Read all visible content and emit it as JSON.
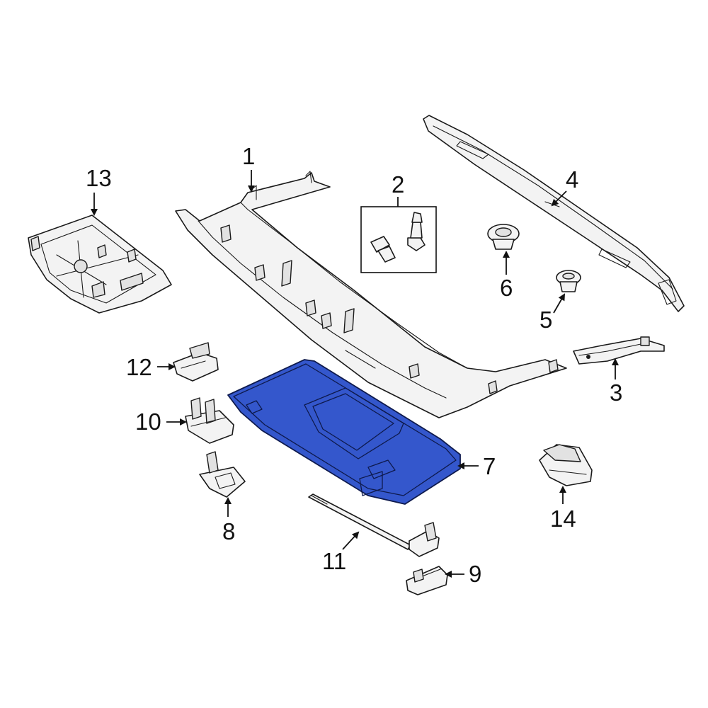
{
  "diagram": {
    "highlight_color": "#3457cc",
    "line_color": "#1a1a1a",
    "part_fill": "#f3f3f3",
    "callouts": [
      {
        "id": "1",
        "label": "1",
        "part": "windshield-header-trim-panel"
      },
      {
        "id": "2",
        "label": "2",
        "part": "fastener-kit"
      },
      {
        "id": "3",
        "label": "3",
        "part": "side-bracket"
      },
      {
        "id": "4",
        "label": "4",
        "part": "roof-rail-trim-strip"
      },
      {
        "id": "5",
        "label": "5",
        "part": "push-nut"
      },
      {
        "id": "6",
        "label": "6",
        "part": "trim-clip"
      },
      {
        "id": "7",
        "label": "7",
        "part": "sun-visor"
      },
      {
        "id": "8",
        "label": "8",
        "part": "visor-clip-cover"
      },
      {
        "id": "9",
        "label": "9",
        "part": "visor-rod-cover"
      },
      {
        "id": "10",
        "label": "10",
        "part": "visor-retainer-clip"
      },
      {
        "id": "11",
        "label": "11",
        "part": "visor-support-rod"
      },
      {
        "id": "12",
        "label": "12",
        "part": "visor-holder"
      },
      {
        "id": "13",
        "label": "13",
        "part": "dome-lamp-housing"
      },
      {
        "id": "14",
        "label": "14",
        "part": "vanity-lamp"
      }
    ]
  }
}
